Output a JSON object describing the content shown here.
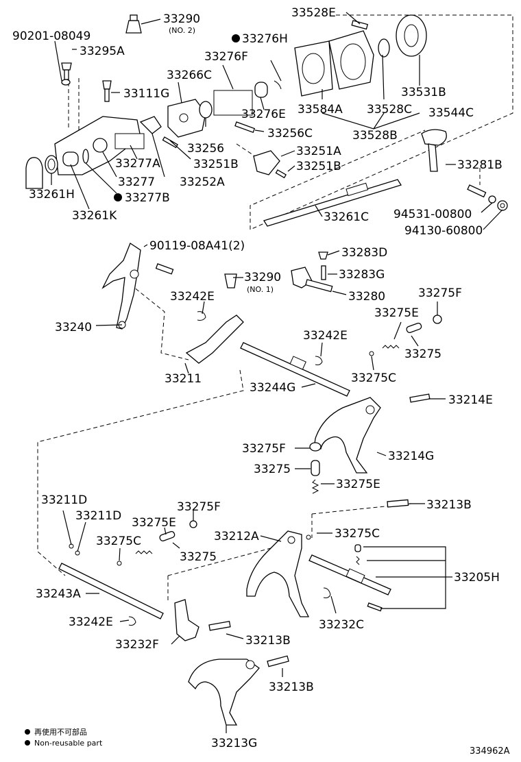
{
  "callouts": {
    "c_33290_2": "33290",
    "c_33290_2_sub": "(NO. 2)",
    "c_33528E": "33528E",
    "c_90201": "90201-08049",
    "c_33295A": "33295A",
    "c_33276H": "33276H",
    "c_33276F": "33276F",
    "c_33266C": "33266C",
    "c_33111G": "33111G",
    "c_33276E": "33276E",
    "c_33584A": "33584A",
    "c_33528C": "33528C",
    "c_33531B": "33531B",
    "c_33528B": "33528B",
    "c_33544C": "33544C",
    "c_33256C": "33256C",
    "c_33256": "33256",
    "c_33251A": "33251A",
    "c_33251B_a": "33251B",
    "c_33251B_b": "33251B",
    "c_33277A": "33277A",
    "c_33277": "33277",
    "c_33252A": "33252A",
    "c_33261H": "33261H",
    "c_33277B": "33277B",
    "c_33261K": "33261K",
    "c_33281B": "33281B",
    "c_94531": "94531-00800",
    "c_94130": "94130-60800",
    "c_33261C": "33261C",
    "c_90119": "90119-08A41(2)",
    "c_33283D": "33283D",
    "c_33290_1": "33290",
    "c_33290_1_sub": "(NO. 1)",
    "c_33283G": "33283G",
    "c_33242E_a": "33242E",
    "c_33280": "33280",
    "c_33275F_a": "33275F",
    "c_33275E_a": "33275E",
    "c_33240": "33240",
    "c_33242E_b": "33242E",
    "c_33275_a": "33275",
    "c_33211": "33211",
    "c_33244G": "33244G",
    "c_33275C_a": "33275C",
    "c_33214E": "33214E",
    "c_33275F_b": "33275F",
    "c_33214G": "33214G",
    "c_33275_b": "33275",
    "c_33275E_b": "33275E",
    "c_33211D_a": "33211D",
    "c_33213B_a": "33213B",
    "c_33211D_b": "33211D",
    "c_33275F_c": "33275F",
    "c_33275E_c": "33275E",
    "c_33212A": "33212A",
    "c_33275C_b": "33275C",
    "c_33275C_c": "33275C",
    "c_33275_c": "33275",
    "c_33205H": "33205H",
    "c_33243A": "33243A",
    "c_33242E_c": "33242E",
    "c_33232C": "33232C",
    "c_33232F": "33232F",
    "c_33213B_b": "33213B",
    "c_33213B_c": "33213B",
    "c_33213G": "33213G"
  },
  "legend": {
    "line1": "再使用不可部品",
    "line2": "Non-reusable part"
  },
  "figure_id": "334962A"
}
